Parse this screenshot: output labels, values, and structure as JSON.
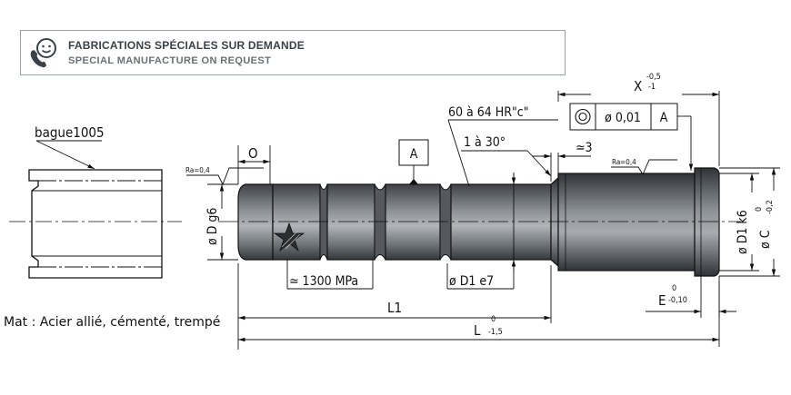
{
  "banner": {
    "line1": "FABRICATIONS SPÉCIALES SUR DEMANDE",
    "line2": "SPECIAL MANUFACTURE ON REQUEST",
    "icon": "phone-smiley-icon"
  },
  "labels": {
    "bushing": "bague1005",
    "material": "Mat : Acier allié, cémenté, trempé",
    "hardness": "60 à 64 HR\"c\"",
    "chamfer": "1 à 30°",
    "approx3": "≃3",
    "datum": "A",
    "pressure": "≃ 1300 MPa",
    "dia_d1_e7": "ø D1  e7",
    "dia_d_g6": "ø D g6",
    "dia_d1_k6": "ø D1 k6",
    "dia_c": "ø C",
    "dia_c_tol_top": "0",
    "dia_c_tol_bot": "-0,2",
    "dim_o": "O",
    "ra_left": "Ra=0,4",
    "ra_right": "Ra=0,4",
    "x_label": "X",
    "x_tol_top": "-0,5",
    "x_tol_bot": "-1",
    "e_label": "E",
    "e_tol_top": "0",
    "e_tol_bot": "-0,10",
    "l1_label": "L1",
    "l_label": "L",
    "l_tol_top": "0",
    "l_tol_bot": "-1,5"
  },
  "tolerance_frame": {
    "symbol": "concentricity",
    "value": "ø 0,01",
    "datum": "A"
  },
  "colors": {
    "line": "#111111",
    "banner_border": "#9aa0a6",
    "banner_text": "#3b4148",
    "banner_subtext": "#6a7076",
    "metal_dark": "#3e4247",
    "metal_light": "#a9adb2"
  }
}
